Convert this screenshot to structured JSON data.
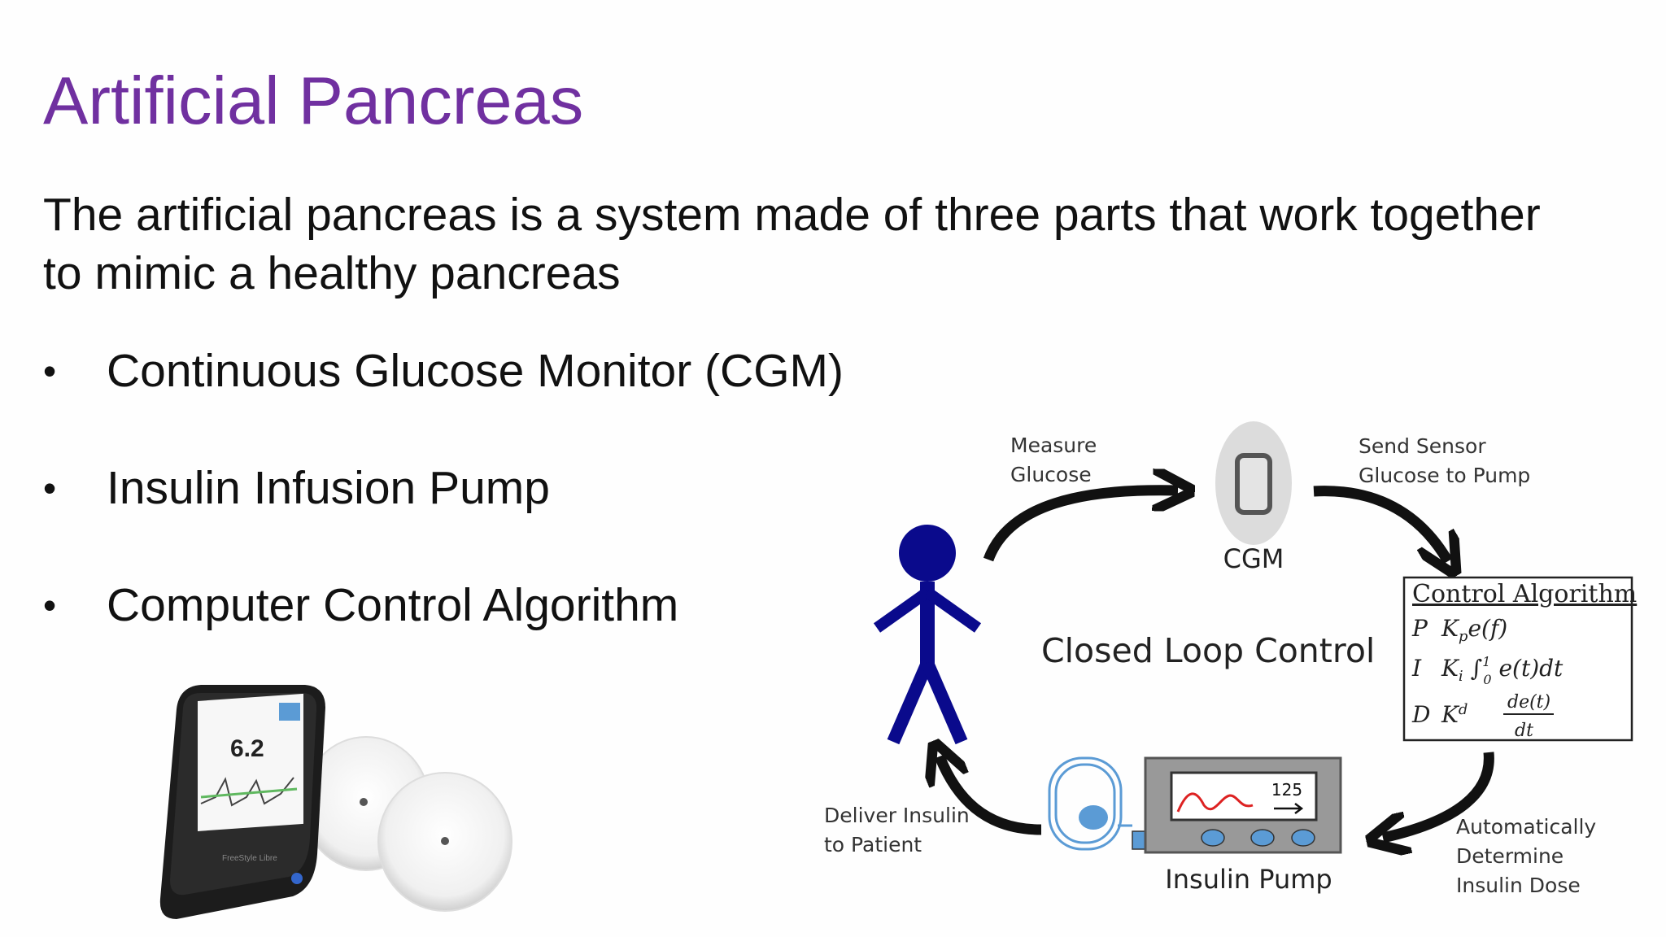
{
  "slide": {
    "title": "Artificial Pancreas",
    "intro_line1": "The artificial pancreas is a system made of three parts that work together",
    "intro_line2": "to mimic a healthy pancreas",
    "bullet_glyph": "•",
    "bullets": [
      "Continuous Glucose Monitor (CGM)",
      "Insulin Infusion Pump",
      "Computer Control Algorithm"
    ]
  },
  "diagram": {
    "measure_glucose_1": "Measure",
    "measure_glucose_2": "Glucose",
    "send_sensor_1": "Send Sensor",
    "send_sensor_2": "Glucose to Pump",
    "cgm_label": "CGM",
    "center_label": "Closed Loop Control",
    "algorithm_title": "Control Algorithm",
    "alg_p_letter": "P",
    "alg_i_letter": "I",
    "alg_d_letter": "D",
    "deliver_1": "Deliver Insulin",
    "deliver_2": "to Patient",
    "auto_1": "Automatically",
    "auto_2": "Determine",
    "auto_3": "Insulin Dose",
    "pump_label": "Insulin Pump",
    "pump_display_value": "125",
    "colors": {
      "person": "#0a0a8c",
      "title": "#7030a0",
      "pump_buttons": "#5b9bd5"
    }
  },
  "device": {
    "reading": "6.2",
    "brand": "FreeStyle Libre"
  }
}
